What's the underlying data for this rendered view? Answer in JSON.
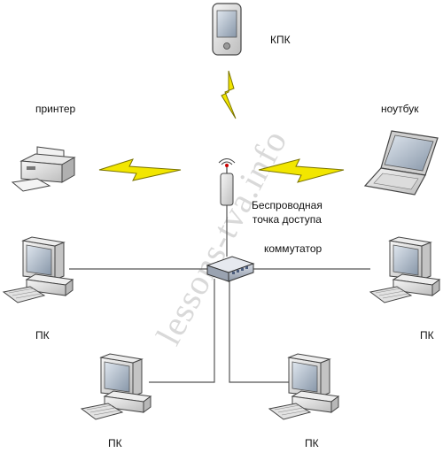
{
  "watermark": "lessons-tva.info",
  "nodes": {
    "pda": {
      "label": "КПК"
    },
    "printer": {
      "label": "принтер"
    },
    "laptop": {
      "label": "ноутбук"
    },
    "access_point": {
      "label_line1": "Беспроводная",
      "label_line2": "точка доступа"
    },
    "switch": {
      "label": "коммутатор"
    },
    "pc_left": {
      "label": "ПК"
    },
    "pc_right": {
      "label": "ПК"
    },
    "pc_bottom_left": {
      "label": "ПК"
    },
    "pc_bottom_right": {
      "label": "ПК"
    }
  },
  "colors": {
    "lightning": "#f2e600",
    "wire": "#555555",
    "device_body": "#e6e6e6",
    "screen": "#9aa8b8"
  }
}
